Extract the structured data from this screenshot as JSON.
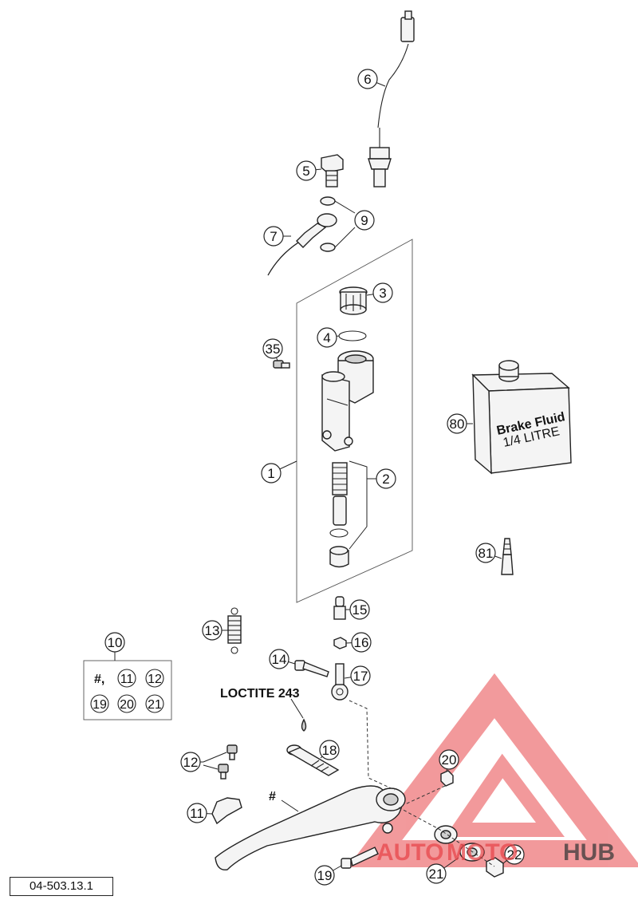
{
  "diagram_id": "04-503.13.1",
  "callouts": [
    {
      "label": "1"
    },
    {
      "label": "2"
    },
    {
      "label": "3"
    },
    {
      "label": "4"
    },
    {
      "label": "5"
    },
    {
      "label": "6"
    },
    {
      "label": "7"
    },
    {
      "label": "9"
    },
    {
      "label": "10"
    },
    {
      "label": "11"
    },
    {
      "label": "12"
    },
    {
      "label": "13"
    },
    {
      "label": "14"
    },
    {
      "label": "15"
    },
    {
      "label": "16"
    },
    {
      "label": "17"
    },
    {
      "label": "18"
    },
    {
      "label": "19"
    },
    {
      "label": "20"
    },
    {
      "label": "21"
    },
    {
      "label": "22"
    },
    {
      "label": "35"
    },
    {
      "label": "80"
    },
    {
      "label": "81"
    }
  ],
  "kit": {
    "hash": "#,",
    "items": [
      "11",
      "12",
      "19",
      "20",
      "21"
    ]
  },
  "annotations": {
    "loctite": "LOCTITE 243",
    "pedal_mark": "#"
  },
  "bottle_label": {
    "line1": "Brake Fluid",
    "line2": "1/4 LITRE"
  },
  "watermark": {
    "part1": "AUTO",
    "part2": "MOTO",
    "part3": "HUB",
    "color_red": "#e8474b",
    "color_dark": "#3a3a3a"
  }
}
